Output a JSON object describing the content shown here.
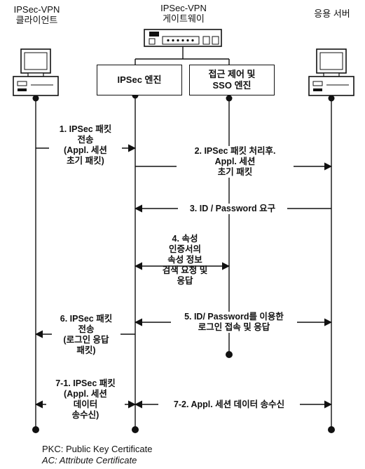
{
  "entities": {
    "client_title": [
      "IPSec-VPN",
      "클라이언트"
    ],
    "gateway_title": [
      "IPSec-VPN",
      "게이트웨이"
    ],
    "server_title": [
      "응용 서버"
    ],
    "ipsec_engine": [
      "IPSec 엔진"
    ],
    "sso_engine": [
      "접근 제어 및",
      "SSO 엔진"
    ]
  },
  "messages": {
    "m1": [
      "1. IPSec 패킷",
      "전송",
      "(Appl. 세션",
      "초기 패킷)"
    ],
    "m2": [
      "2. IPSec 패킷 처리후.",
      "Appl. 세션",
      "초기 패킷"
    ],
    "m3": [
      "3. ID / Password 요구"
    ],
    "m4": [
      "4. 속성",
      "인증서의",
      "속성 정보",
      "검색 요청 및",
      "응답"
    ],
    "m5": [
      "5. ID/ Password를 이용한",
      "로그인 접속 및 응답"
    ],
    "m6": [
      "6. IPSec 패킷",
      "전송",
      "(로그인 응답",
      "패킷)"
    ],
    "m71": [
      "7-1. IPSec 패킷",
      "(Appl. 세션",
      "데이터",
      "송수신)"
    ],
    "m72": [
      "7-2. Appl. 세션 데이터 송수신"
    ]
  },
  "legend": {
    "pkc": "PKC: Public Key Certificate",
    "ac": "AC: Attribute Certificate"
  }
}
